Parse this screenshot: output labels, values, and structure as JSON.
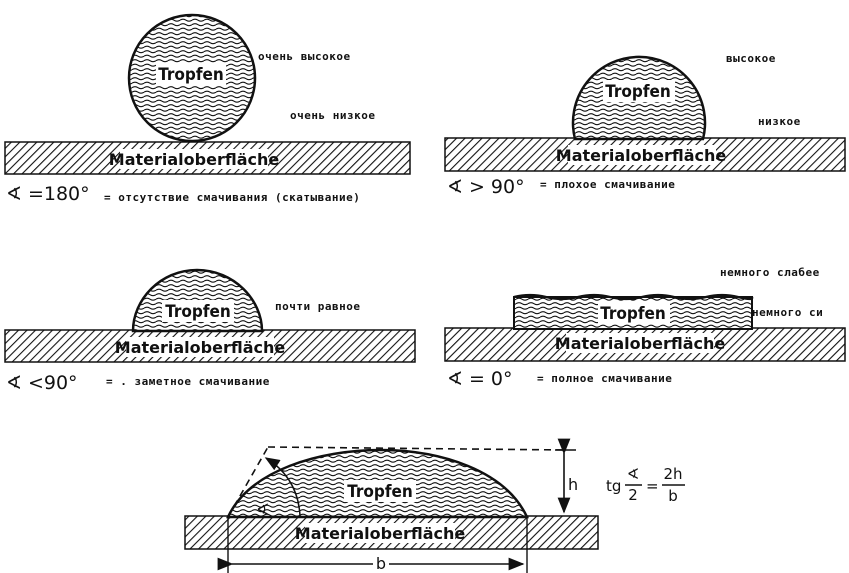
{
  "panels": {
    "p1": {
      "drop": "Tropfen",
      "material": "Materialoberfläche",
      "upper": "очень высокое",
      "lower": "очень низкое",
      "angle": "∢ =180°",
      "caption": "= отсутствие смачивания (скатывание)"
    },
    "p2": {
      "drop": "Tropfen",
      "material": "Materialoberfläche",
      "upper": "высокое",
      "lower": "низкое",
      "angle": "∢ > 90°",
      "caption": "= плохое смачивание"
    },
    "p3": {
      "drop": "Tropfen",
      "material": "Materialoberfläche",
      "upper": "почти равное",
      "angle": "∢ <90°",
      "caption": "= . заметное смачивание"
    },
    "p4": {
      "drop": "Tropfen",
      "material": "Materialoberfläche",
      "upper": "немного слабее",
      "lower": "немного си",
      "angle": "∢ = 0°",
      "caption": "= полное смачивание"
    },
    "p5": {
      "drop": "Tropfen",
      "material": "Materialoberfläche",
      "angle_symbol": "∢",
      "height": "h",
      "base": "b"
    }
  },
  "formula": {
    "lhs": "tg",
    "angle_num": "∢",
    "angle_den": "2",
    "eq": "=",
    "num": "2h",
    "den": "b"
  }
}
